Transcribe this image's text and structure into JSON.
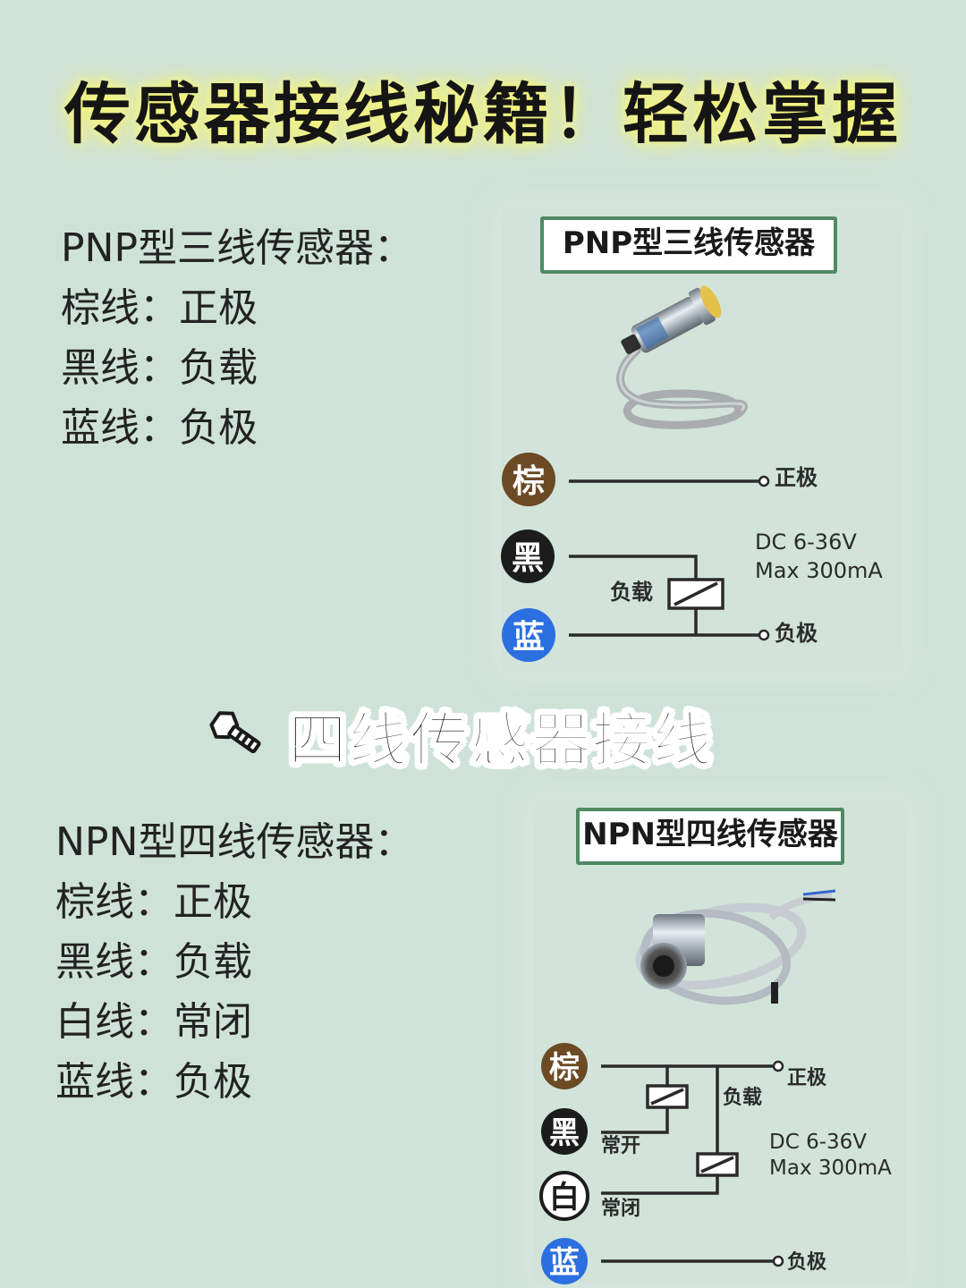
{
  "title": "传感器接线秘籍！轻松掌握",
  "pnp": {
    "spec_heading": "PNP型三线传感器：",
    "lines": [
      "棕线：正极",
      "黑线：负载",
      "蓝线：负极"
    ],
    "diagram_label": "PNP型三线传感器",
    "wires": {
      "brown": "棕",
      "black": "黑",
      "blue": "蓝"
    },
    "positive": "正极",
    "load": "负载",
    "negative": "负极",
    "power_voltage": "DC 6-36V",
    "power_current": "Max 300mA"
  },
  "section_title": "四线传感器接线",
  "npn": {
    "spec_heading": "NPN型四线传感器：",
    "lines": [
      "棕线：正极",
      "黑线：负载",
      "白线：常闭",
      "蓝线：负极"
    ],
    "diagram_label": "NPN型四线传感器",
    "wires": {
      "brown": "棕",
      "black": "黑",
      "white": "白",
      "blue": "蓝"
    },
    "positive": "正极",
    "load": "负载",
    "normally_open": "常开",
    "normally_closed": "常闭",
    "negative": "负极",
    "power_voltage": "DC 6-36V",
    "power_current": "Max 300mA"
  },
  "colors": {
    "brown_wire": "#6b4a24",
    "black_wire": "#1c1c1c",
    "blue_wire": "#2b6fe0",
    "white_wire": "#ffffff",
    "label_border": "#4f8a64",
    "title_glow": "#f5f47a"
  }
}
